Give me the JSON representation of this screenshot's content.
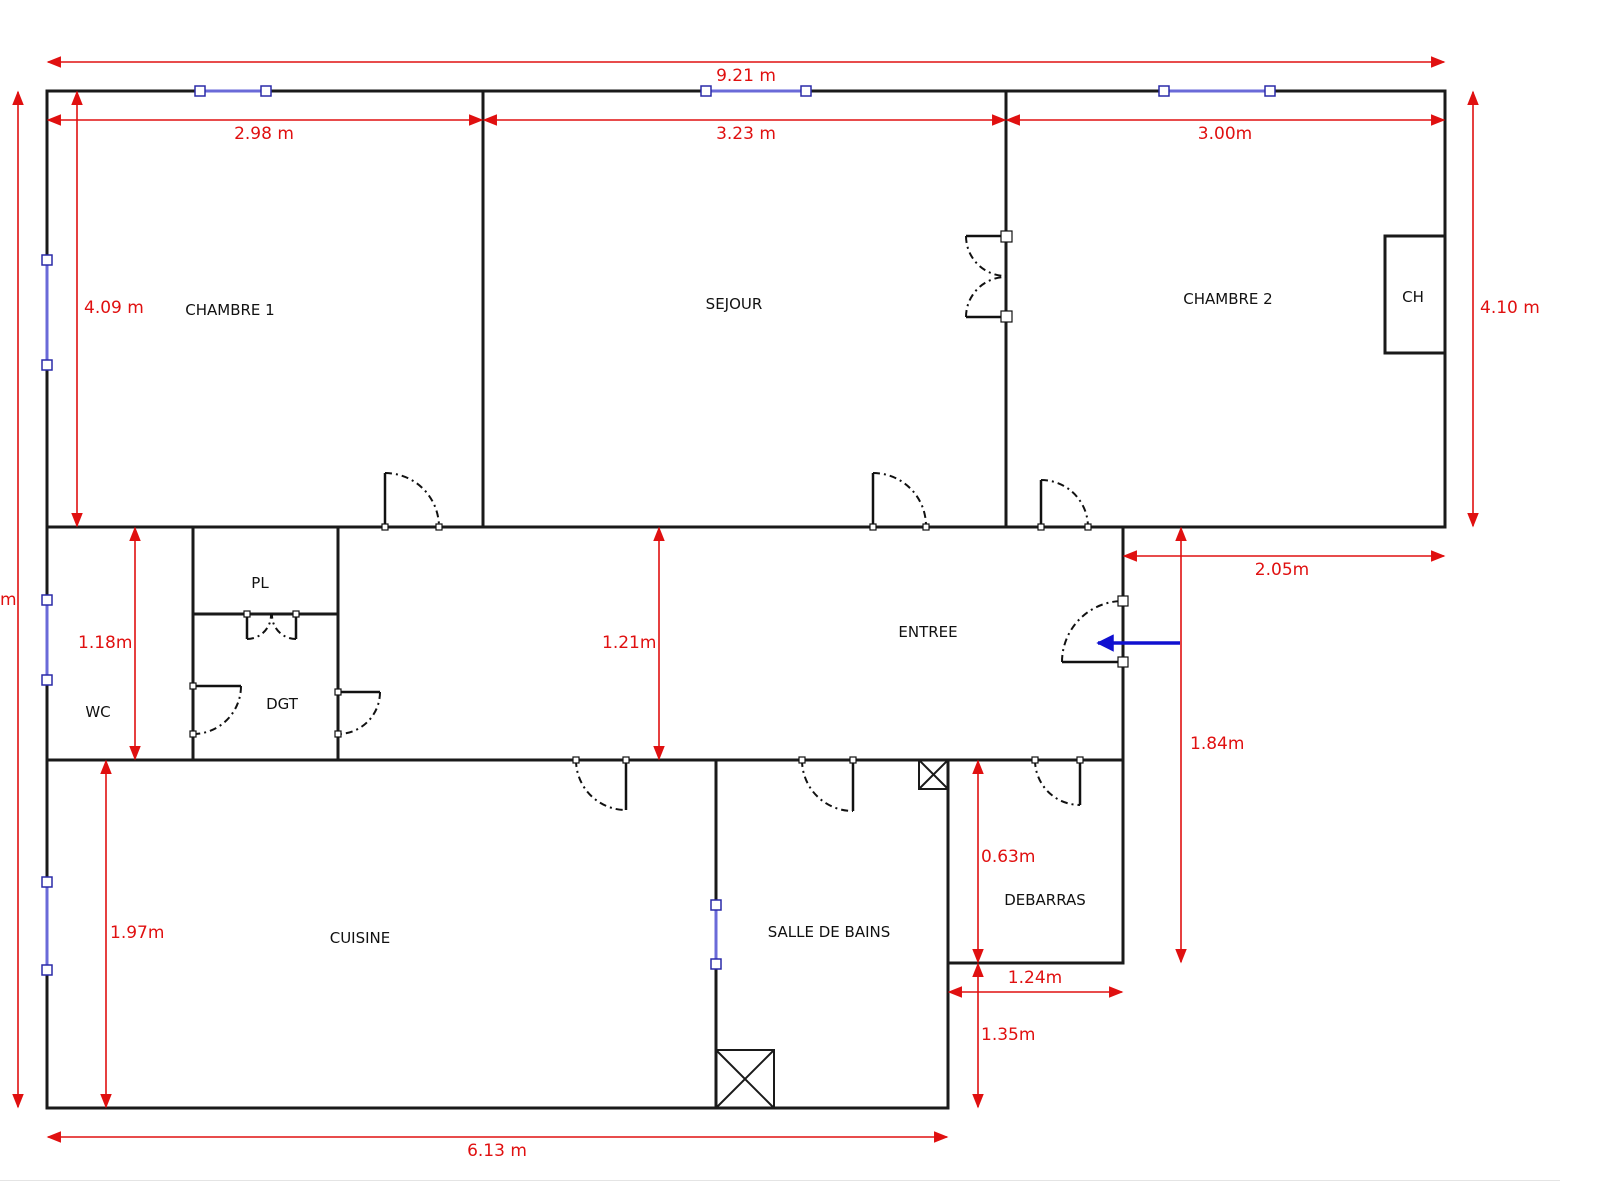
{
  "rooms": {
    "chambre1": "CHAMBRE 1",
    "sejour": "SEJOUR",
    "chambre2": "CHAMBRE 2",
    "ch": "CH",
    "pl": "PL",
    "wc": "WC",
    "dgt": "DGT",
    "entree": "ENTREE",
    "cuisine": "CUISINE",
    "salle_de_bains": "SALLE DE BAINS",
    "debarras": "DEBARRAS"
  },
  "dimensions": {
    "total_width": "9.21 m",
    "chambre1_width": "2.98 m",
    "sejour_width": "3.23 m",
    "chambre2_width": "3.00m",
    "chambre1_depth": "4.09 m",
    "chambre2_depth": "4.10 m",
    "wc_depth": "1.18m",
    "entree_depth": "1.21m",
    "entree_side": "2.05m",
    "entree_right_depth": "1.84m",
    "cuisine_depth": "1.97m",
    "debarras_upper": "0.63m",
    "debarras_width": "1.24m",
    "salle_lower": "1.35m",
    "bottom_width": "6.13 m",
    "left_total_fragment": "m"
  },
  "colors": {
    "dimension": "#e01010",
    "wall": "#1a1a1a",
    "window": "#6a6ad8",
    "entrance_arrow": "#1010d0"
  }
}
